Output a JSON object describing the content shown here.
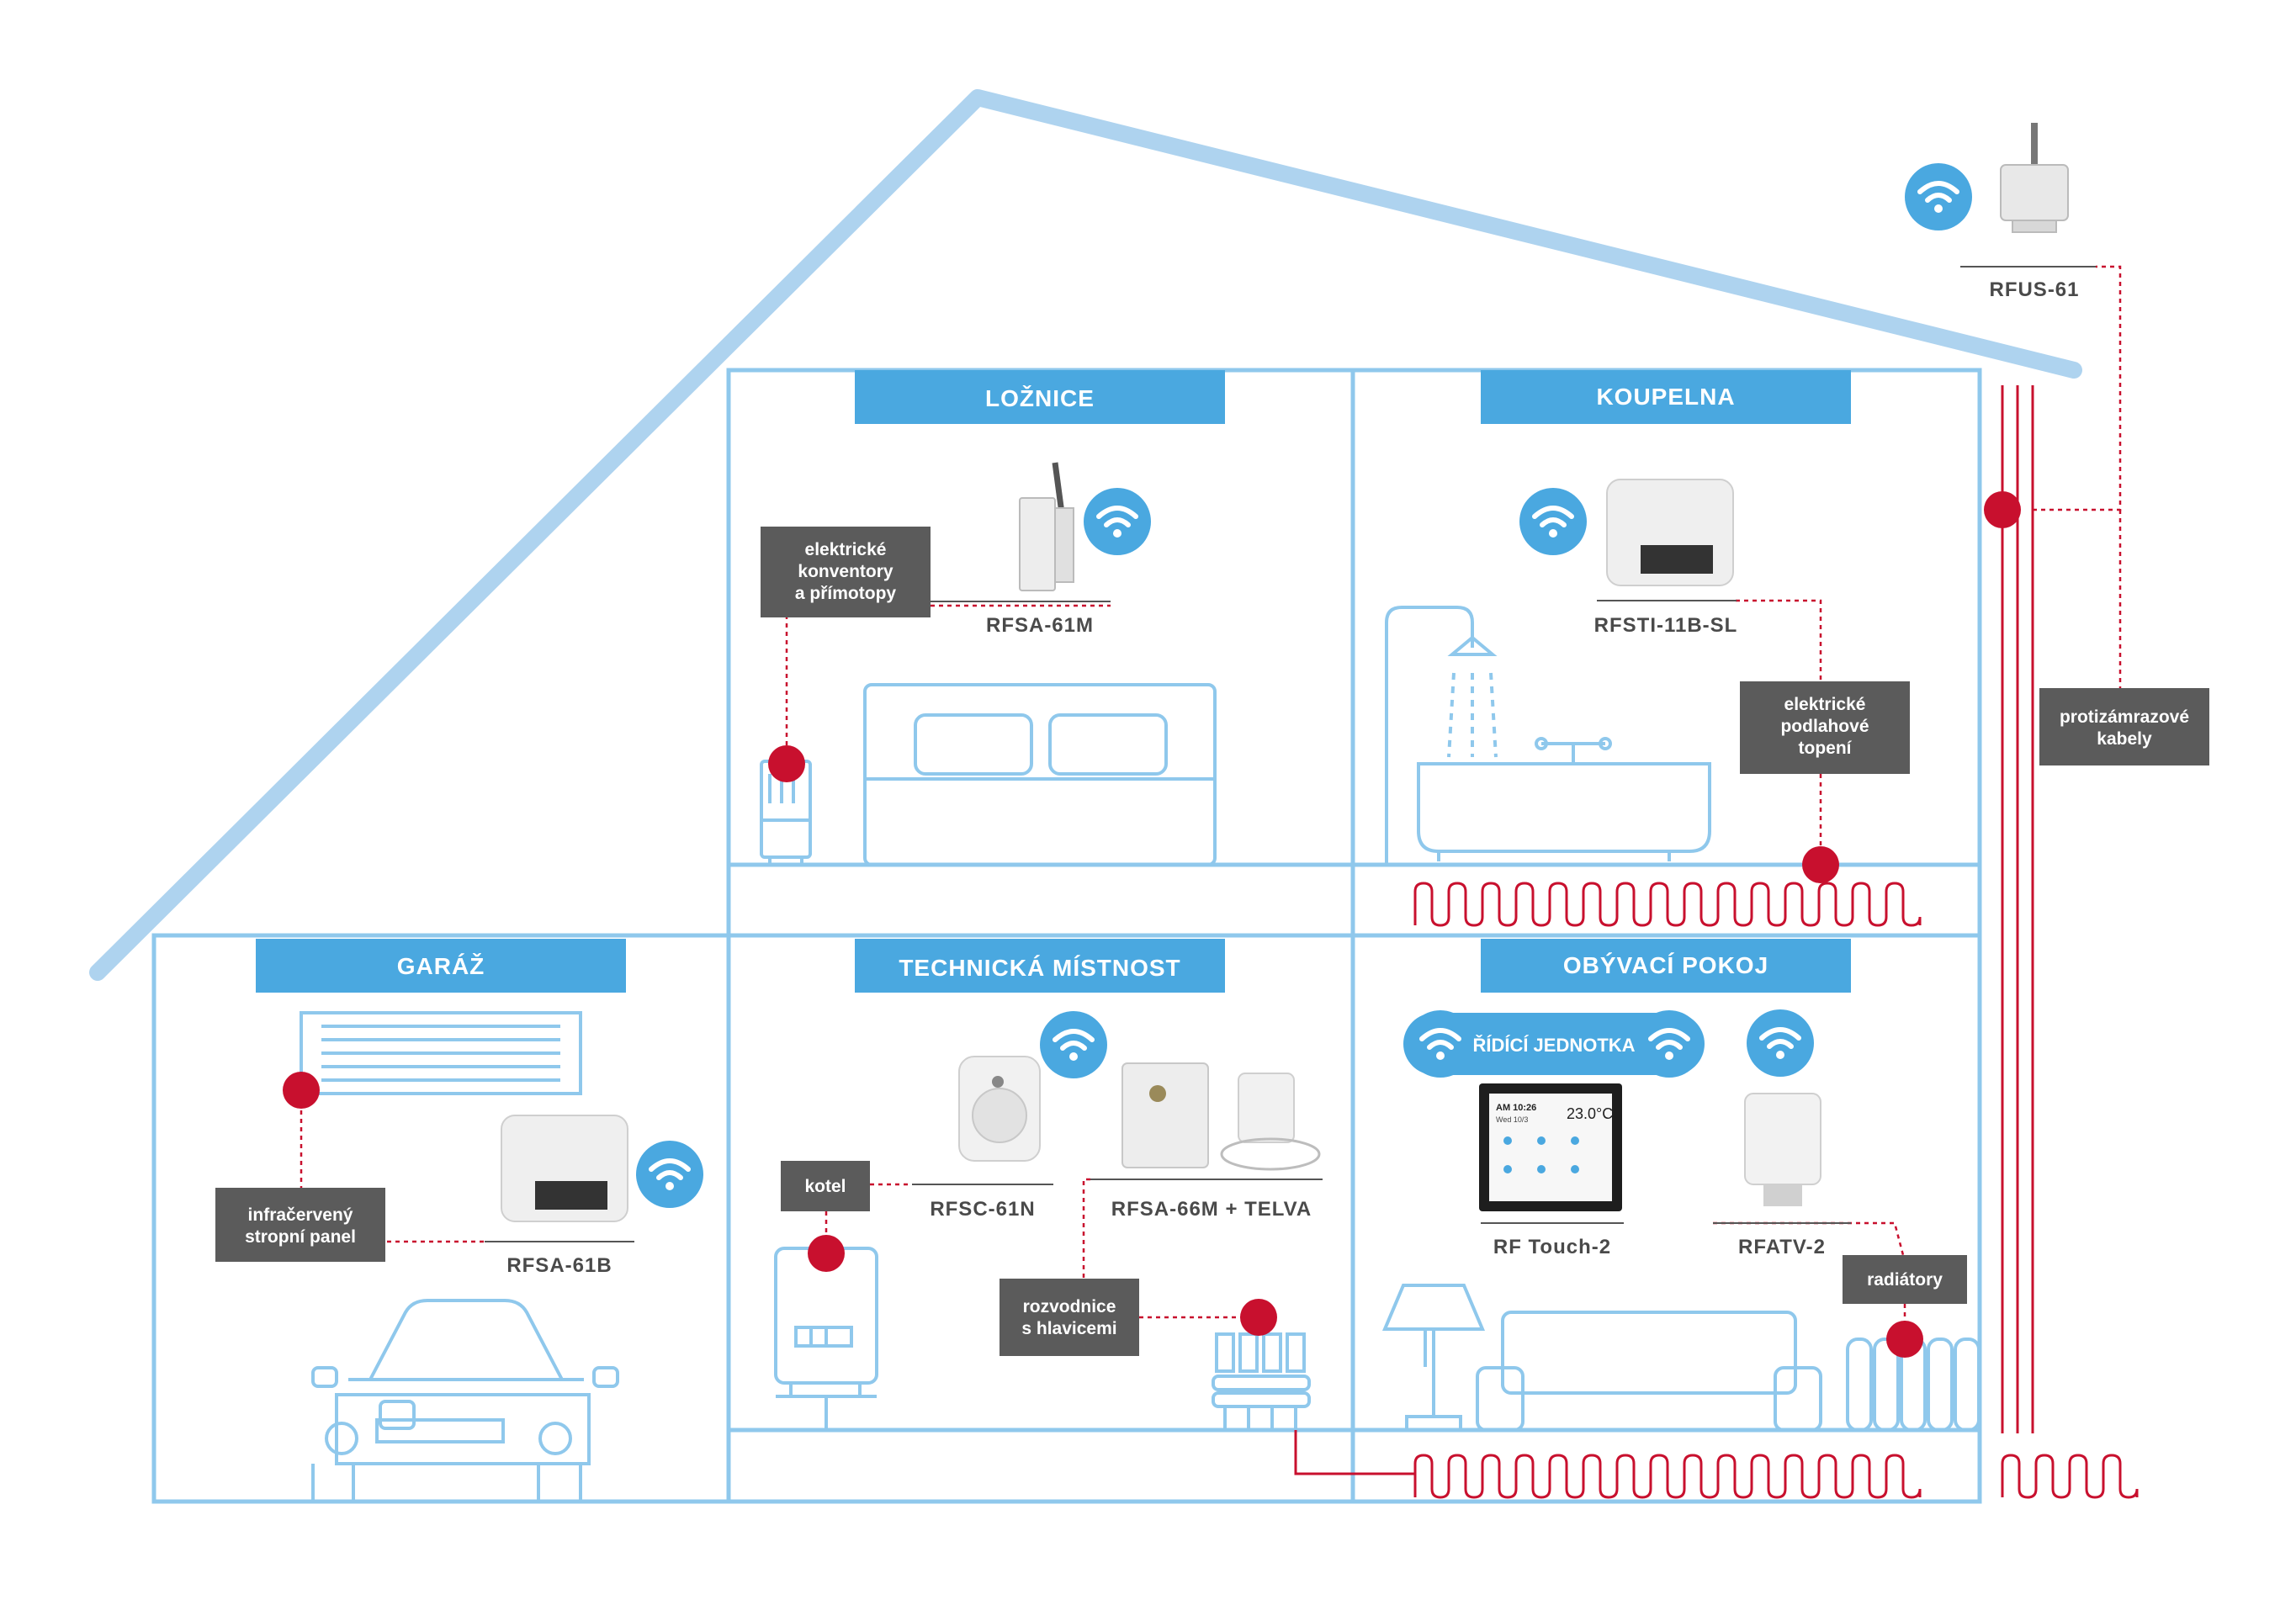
{
  "colors": {
    "house_line": "#aed3ef",
    "room_line": "#8fc8ec",
    "heading_bg": "#4aa8e0",
    "note_bg": "#5b5b5b",
    "accent_red": "#c8102e",
    "device_grey": "#e8e8e8"
  },
  "rooms": {
    "loznice": "LOŽNICE",
    "koupelna": "KOUPELNA",
    "garaz": "GARÁŽ",
    "technicka": "TECHNICKÁ MÍSTNOST",
    "obyvaci": "OBÝVACÍ POKOJ"
  },
  "devices": {
    "rfus": "RFUS-61",
    "rfsa61m": "RFSA-61M",
    "rfsti": "RFSTI-11B-SL",
    "rfsa61b": "RFSA-61B",
    "rfsc": "RFSC-61N",
    "rfsa66m": "RFSA-66M + TELVA",
    "rftouch": "RF Touch-2",
    "rfatv": "RFATV-2"
  },
  "notes": {
    "konvektory": [
      "elektrické",
      "konventory",
      "a přímotopy"
    ],
    "podlahove": [
      "elektrické",
      "podlahové",
      "topení"
    ],
    "protizamrazove": [
      "protizámrazové",
      "kabely"
    ],
    "infra": [
      "infračervený",
      "stropní panel"
    ],
    "kotel": [
      "kotel"
    ],
    "rozvodnice": [
      "rozvodnice",
      "s hlavicemi"
    ],
    "radiatory": [
      "radiátory"
    ]
  },
  "control_unit": "ŘÍDÍCÍ JEDNOTKA",
  "touch_screen": {
    "time": "AM 10:26",
    "date": "Wed 10/3",
    "temp": "23.0°C"
  },
  "icons": [
    "wifi-icon",
    "bed-icon",
    "bathtub-icon",
    "shower-icon",
    "car-icon",
    "boiler-icon",
    "lamp-icon",
    "sofa-icon",
    "radiator-icon",
    "manifold-icon",
    "heating-cable-icon"
  ]
}
